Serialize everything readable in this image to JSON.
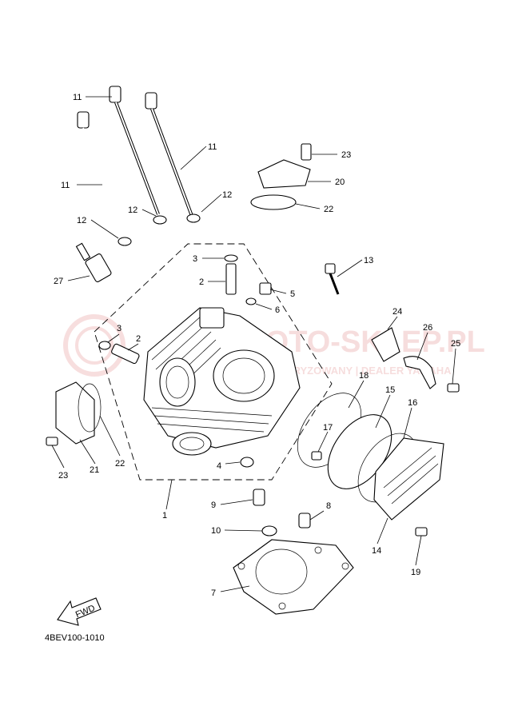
{
  "diagram_code": "4BEV100-1010",
  "fwd_label": "FWD",
  "watermark": {
    "brand": "MOTO-SKLEP.PL",
    "tagline": "AUTORYZOWANY | DEALER YAMAHA"
  },
  "callouts": [
    {
      "id": "c11a",
      "label": "11"
    },
    {
      "id": "c11b",
      "label": "11"
    },
    {
      "id": "c11c",
      "label": "11"
    },
    {
      "id": "c23a",
      "label": "23"
    },
    {
      "id": "c20",
      "label": "20"
    },
    {
      "id": "c12a",
      "label": "12"
    },
    {
      "id": "c12b",
      "label": "12"
    },
    {
      "id": "c12c",
      "label": "12"
    },
    {
      "id": "c22a",
      "label": "22"
    },
    {
      "id": "c3a",
      "label": "3"
    },
    {
      "id": "c13",
      "label": "13"
    },
    {
      "id": "c27",
      "label": "27"
    },
    {
      "id": "c2a",
      "label": "2"
    },
    {
      "id": "c5",
      "label": "5"
    },
    {
      "id": "c6",
      "label": "6"
    },
    {
      "id": "c24",
      "label": "24"
    },
    {
      "id": "c26",
      "label": "26"
    },
    {
      "id": "c3b",
      "label": "3"
    },
    {
      "id": "c2b",
      "label": "2"
    },
    {
      "id": "c25",
      "label": "25"
    },
    {
      "id": "c18",
      "label": "18"
    },
    {
      "id": "c15",
      "label": "15"
    },
    {
      "id": "c16",
      "label": "16"
    },
    {
      "id": "c17",
      "label": "17"
    },
    {
      "id": "c23b",
      "label": "23"
    },
    {
      "id": "c21",
      "label": "21"
    },
    {
      "id": "c22b",
      "label": "22"
    },
    {
      "id": "c4",
      "label": "4"
    },
    {
      "id": "c1",
      "label": "1"
    },
    {
      "id": "c9",
      "label": "9"
    },
    {
      "id": "c8",
      "label": "8"
    },
    {
      "id": "c10",
      "label": "10"
    },
    {
      "id": "c14",
      "label": "14"
    },
    {
      "id": "c19",
      "label": "19"
    },
    {
      "id": "c7",
      "label": "7"
    }
  ]
}
